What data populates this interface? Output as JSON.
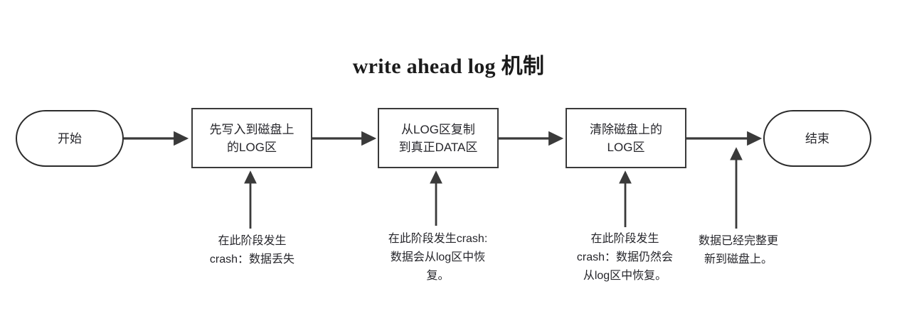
{
  "title": "write ahead log 机制",
  "flow": {
    "nodes": [
      {
        "id": "start",
        "type": "terminator",
        "label": "开始"
      },
      {
        "id": "step1",
        "type": "process",
        "label": "先写入到磁盘上\n的LOG区"
      },
      {
        "id": "step2",
        "type": "process",
        "label": "从LOG区复制\n到真正DATA区"
      },
      {
        "id": "step3",
        "type": "process",
        "label": "清除磁盘上的\nLOG区"
      },
      {
        "id": "end",
        "type": "terminator",
        "label": "结束"
      }
    ],
    "annotations": [
      {
        "id": "note1",
        "text": "在此阶段发生\ncrash：数据丢失"
      },
      {
        "id": "note2",
        "text": "在此阶段发生crash:\n数据会从log区中恢\n复。"
      },
      {
        "id": "note3",
        "text": "在此阶段发生\ncrash：数据仍然会\n从log区中恢复。"
      },
      {
        "id": "note4",
        "text": "数据已经完整更\n新到磁盘上。"
      }
    ],
    "edges": [
      {
        "from": "start",
        "to": "step1",
        "direction": "right"
      },
      {
        "from": "step1",
        "to": "step2",
        "direction": "right"
      },
      {
        "from": "step2",
        "to": "step3",
        "direction": "right"
      },
      {
        "from": "step3",
        "to": "end",
        "direction": "right"
      },
      {
        "from": "note1",
        "to": "step1",
        "direction": "up"
      },
      {
        "from": "note2",
        "to": "step2",
        "direction": "up"
      },
      {
        "from": "note3",
        "to": "step3",
        "direction": "up"
      },
      {
        "from": "note4",
        "to": "end",
        "direction": "up"
      }
    ]
  },
  "colors": {
    "stroke": "#3a3a3a",
    "terminator_stroke": "#2b2b2b",
    "text": "#26262b",
    "title": "#1b1b1b",
    "background": "#ffffff"
  }
}
